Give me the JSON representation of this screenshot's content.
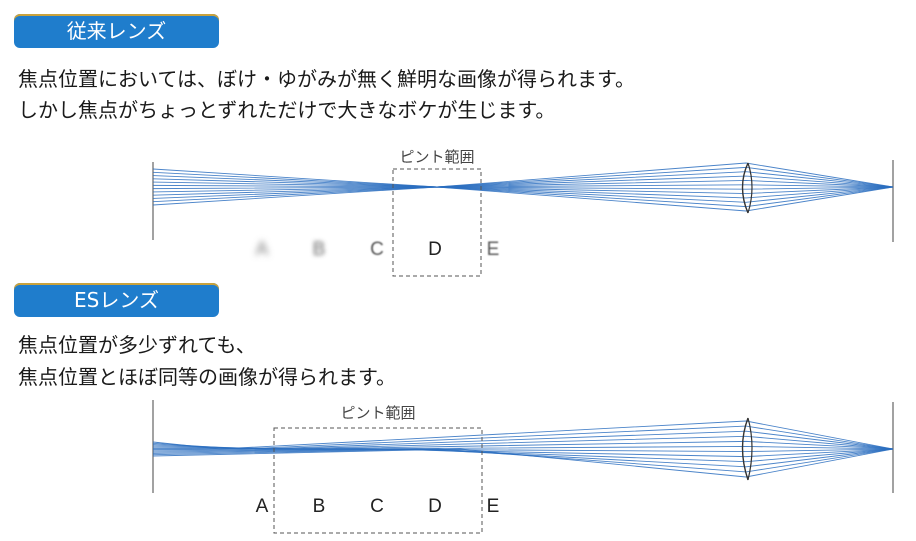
{
  "section1": {
    "badge": "従来レンズ",
    "line1": "焦点位置においては、ぼけ・ゆがみが無く鮮明な画像が得られます。",
    "line2": "しかし焦点がちょっとずれただけで大きなボケが生じます。",
    "focus_range_label": "ピント範囲",
    "positions": [
      "A",
      "B",
      "C",
      "D",
      "E"
    ]
  },
  "section2": {
    "badge": "ESレンズ",
    "line1": "焦点位置が多少ずれても、",
    "line2": "焦点位置とほぼ同等の画像が得られます。",
    "focus_range_label": "ピント範囲",
    "positions": [
      "A",
      "B",
      "C",
      "D",
      "E"
    ]
  },
  "colors": {
    "badge": "#1f7dcc",
    "rays": "#2c6fc0",
    "dashed": "#555555"
  }
}
